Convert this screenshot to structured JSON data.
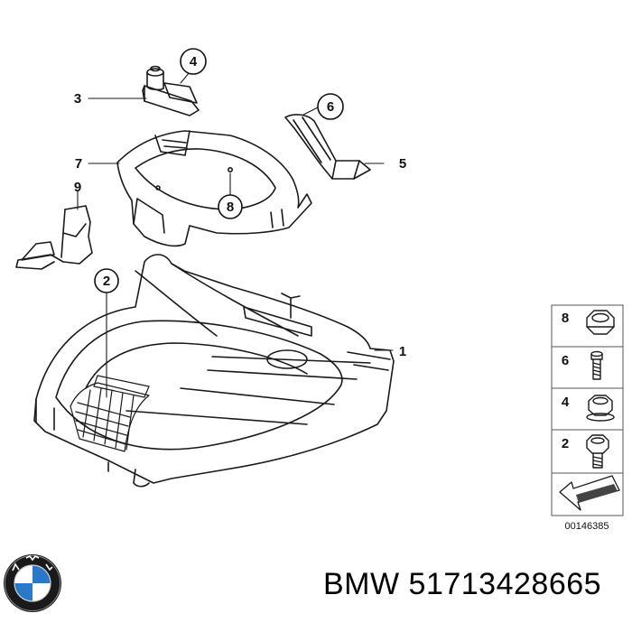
{
  "callouts": [
    "1",
    "2",
    "3",
    "4",
    "5",
    "6",
    "7",
    "8",
    "9"
  ],
  "legend": {
    "items": [
      "8",
      "6",
      "4",
      "2"
    ],
    "diagram_id": "00146385"
  },
  "caption": {
    "brand": "BMW",
    "part_number": "51713428665"
  },
  "logo": {
    "text": "BMW",
    "colors": {
      "blue": "#2a78c8",
      "ring": "#1a1a1a",
      "white": "#ffffff"
    }
  }
}
